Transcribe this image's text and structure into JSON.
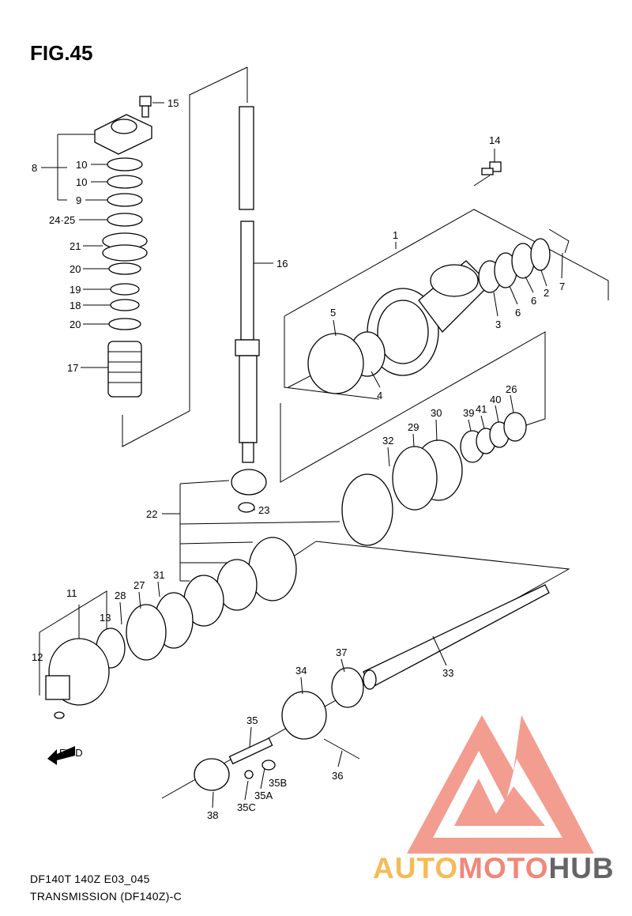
{
  "figure": {
    "title": "FIG.45",
    "code": "DF140T 140Z E03_045",
    "caption": "TRANSMISSION (DF140Z)-C"
  },
  "callouts": {
    "p1": "1",
    "p2": "2",
    "p3": "3",
    "p4": "4",
    "p5": "5",
    "p6a": "6",
    "p6b": "6",
    "p7": "7",
    "p8": "8",
    "p9": "9",
    "p10a": "10",
    "p10b": "10",
    "p11": "11",
    "p12": "12",
    "p13": "13",
    "p14": "14",
    "p15": "15",
    "p16": "16",
    "p17": "17",
    "p18": "18",
    "p19": "19",
    "p20a": "20",
    "p20b": "20",
    "p21": "21",
    "p22": "22",
    "p23": "23",
    "p24_25": "24·25",
    "p26": "26",
    "p27": "27",
    "p28": "28",
    "p29": "29",
    "p30": "30",
    "p31": "31",
    "p32": "32",
    "p33": "33",
    "p34": "34",
    "p35": "35",
    "p35a": "35A",
    "p35b": "35B",
    "p35c": "35C",
    "p36": "36",
    "p37": "37",
    "p38": "38",
    "p39": "39",
    "p40": "40",
    "p41": "41"
  },
  "fwd_arrow": "FWD",
  "watermark": {
    "text_auto": "AUTO",
    "text_moto": "MOTO",
    "text_hub": "HUB",
    "color_primary": "#f07b6b",
    "color_accent": "#f5b443",
    "color_dark": "#555555"
  }
}
